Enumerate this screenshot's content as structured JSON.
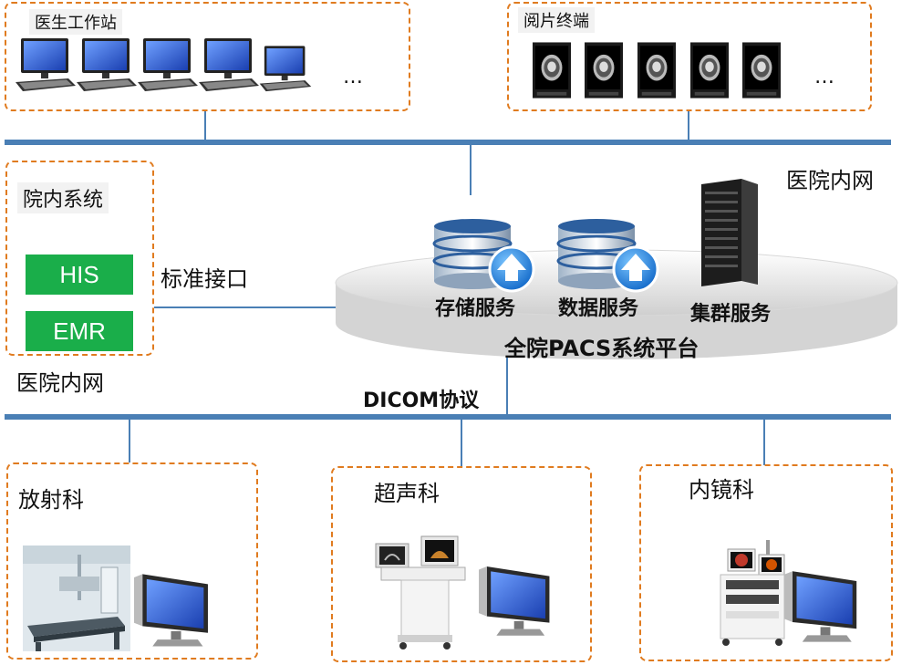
{
  "top_left_box": {
    "label": "医生工作站",
    "more": "…"
  },
  "top_right_box": {
    "label": "阅片终端",
    "more": "…"
  },
  "network_right": "医院内网",
  "his_box": {
    "title": "院内系统",
    "items": [
      "HIS",
      "EMR"
    ],
    "network": "医院内网"
  },
  "interface_label": "标准接口",
  "platform": {
    "title": "全院PACS系统平台",
    "services": [
      "存储服务",
      "数据服务",
      "集群服务"
    ]
  },
  "protocol_label": "DICOM协议",
  "departments": [
    {
      "name": "放射科"
    },
    {
      "name": "超声科"
    },
    {
      "name": "内镜科"
    }
  ]
}
